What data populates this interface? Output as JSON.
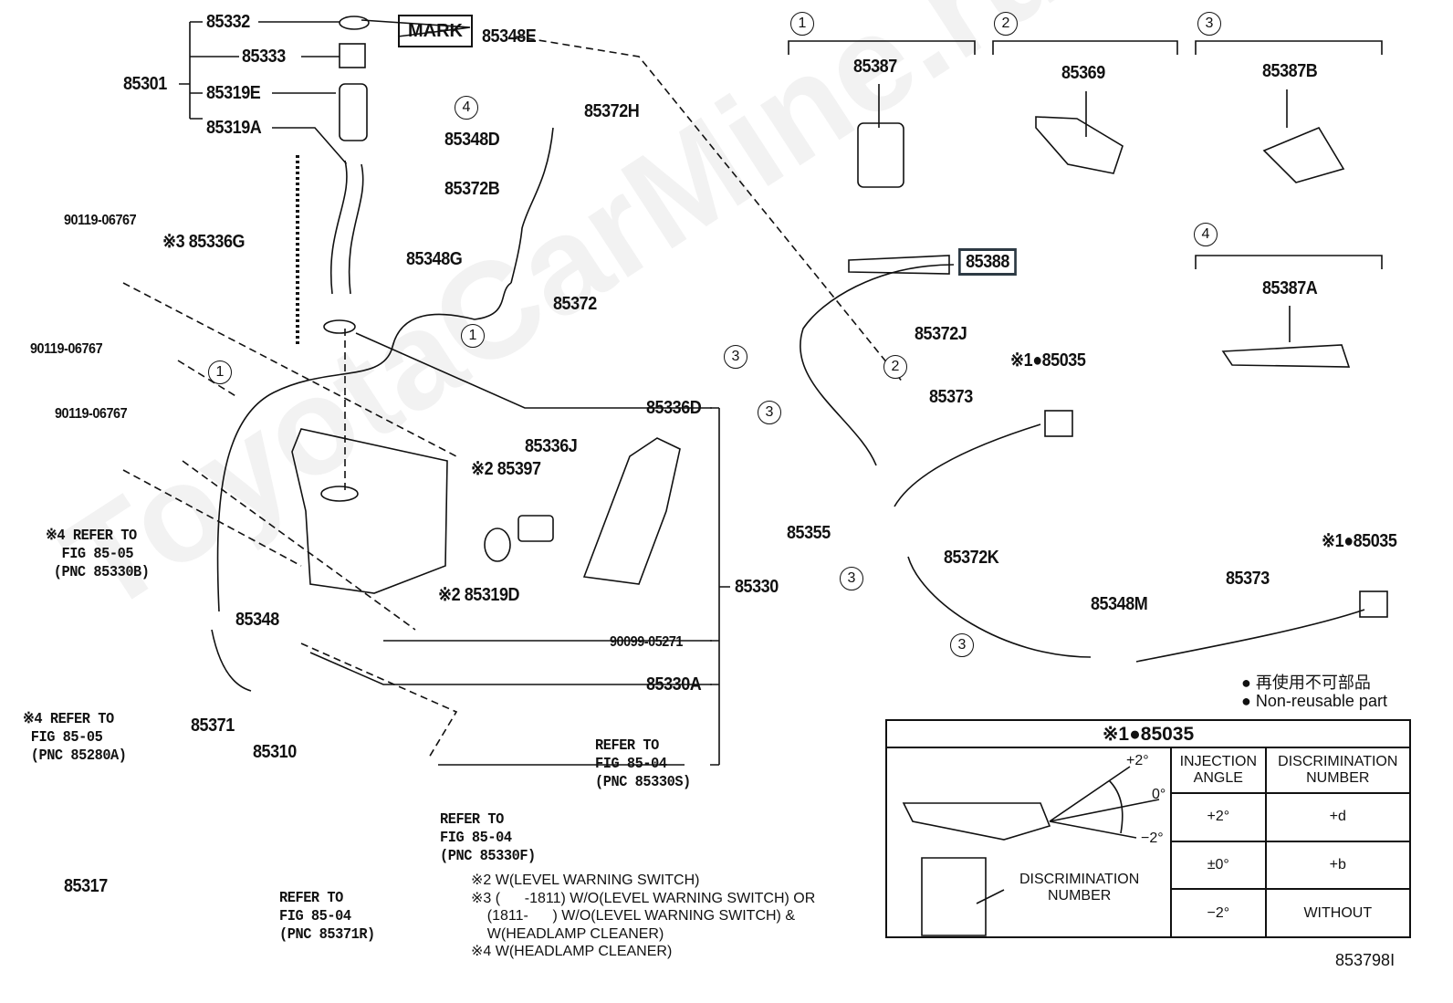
{
  "watermark": "ToyotaCarMine.ru",
  "mark_label": "MARK",
  "labels": [
    "85332",
    "85333",
    "85301",
    "85319E",
    "85319A",
    "85348E",
    "85372H",
    "85348D",
    "85372B",
    "85348G",
    "85372",
    "90119-06767",
    "※3 85336G",
    "90119-06767",
    "90119-06767",
    "85336D",
    "85336J",
    "※2 85397",
    "※2 85319D",
    "85348",
    "85330",
    "90099-05271",
    "85330A",
    "85371",
    "85310",
    "85317",
    "85387",
    "85369",
    "85387B",
    "85388",
    "85387A",
    "85372J",
    "※1●85035",
    "85373",
    "85355",
    "85372K",
    "※1●85035",
    "85373",
    "85348M"
  ],
  "refers": [
    "※4 REFER TO\n  FIG 85-05\n (PNC 85330B)",
    "※4 REFER TO\n FIG 85-05\n (PNC 85280A)",
    "REFER TO\nFIG 85-04\n(PNC 85330S)",
    "REFER TO\nFIG 85-04\n(PNC 85330F)",
    "REFER TO\nFIG 85-04\n(PNC 85371R)"
  ],
  "notes": "※2 W(LEVEL WARNING SWITCH)\n※3 (      -1811) W/O(LEVEL WARNING SWITCH) OR\n    (1811-      ) W/O(LEVEL WARNING SWITCH) &\n    W(HEADLAMP CLEANER)\n※4 W(HEADLAMP CLEANER)",
  "circles": [
    "1",
    "2",
    "3",
    "4",
    "4",
    "1",
    "1",
    "3",
    "2",
    "3",
    "3",
    "3"
  ],
  "legend": {
    "jp": "● 再使用不可部品",
    "en": "● Non-reusable part"
  },
  "spec_table": {
    "title": "※1●85035",
    "angle_labels": [
      "+2°",
      "0°",
      "−2°"
    ],
    "callout": "DISCRIMINATION\nNUMBER",
    "headers": [
      "INJECTION\nANGLE",
      "DISCRIMINATION\nNUMBER"
    ],
    "rows": [
      [
        "+2°",
        "+d"
      ],
      [
        "±0°",
        "+b"
      ],
      [
        "−2°",
        "WITHOUT"
      ]
    ]
  },
  "figure_code": "853798I"
}
